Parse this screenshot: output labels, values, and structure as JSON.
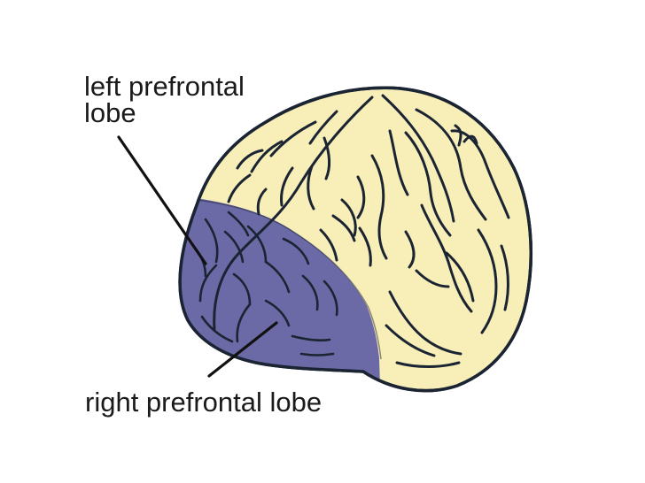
{
  "labels": {
    "left_prefrontal_line1": "left prefrontal",
    "left_prefrontal_line2": "lobe",
    "right_prefrontal": "right prefrontal lobe"
  },
  "colors": {
    "brain_fill": "#f8eeb8",
    "prefrontal_fill": "#6b6aa6",
    "outline": "#1b2433",
    "background": "#ffffff"
  }
}
